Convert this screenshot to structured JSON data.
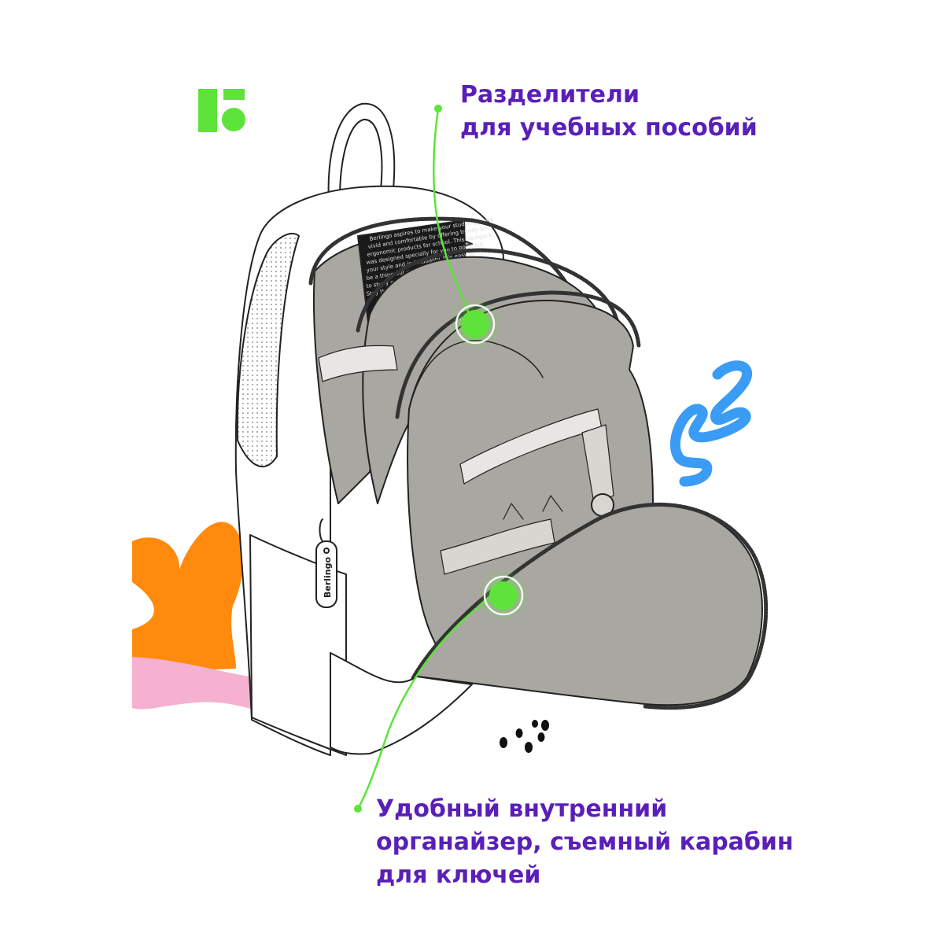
{
  "brand": {
    "logo_name": "berlingo-logo",
    "tag_text": "Berlingo",
    "accent_color": "#5ee33a"
  },
  "callouts": {
    "top": {
      "lines": [
        "Разделители",
        "для учебных пособий"
      ],
      "color": "#5a1fb8"
    },
    "bottom": {
      "lines": [
        "Удобный внутренний",
        "органайзер, съемный карабин",
        "для ключей"
      ],
      "color": "#5a1fb8"
    }
  },
  "label_text": [
    "Berlingo aspires to make your studying years",
    "vivid and comfortable by offering trendy and",
    "ergonomic products for school. This backpack",
    "was designed specially for you to point out",
    "your style and individuality. It is easy to",
    "be a thing but your real friend who helps you",
    "to study and rest.",
    "Stay the best!"
  ],
  "decor_colors": {
    "orange": "#ff8a0d",
    "pink": "#f5b1cf",
    "blue": "#3b9cf5",
    "lining": "#a9a7a1",
    "outline": "#222222"
  }
}
